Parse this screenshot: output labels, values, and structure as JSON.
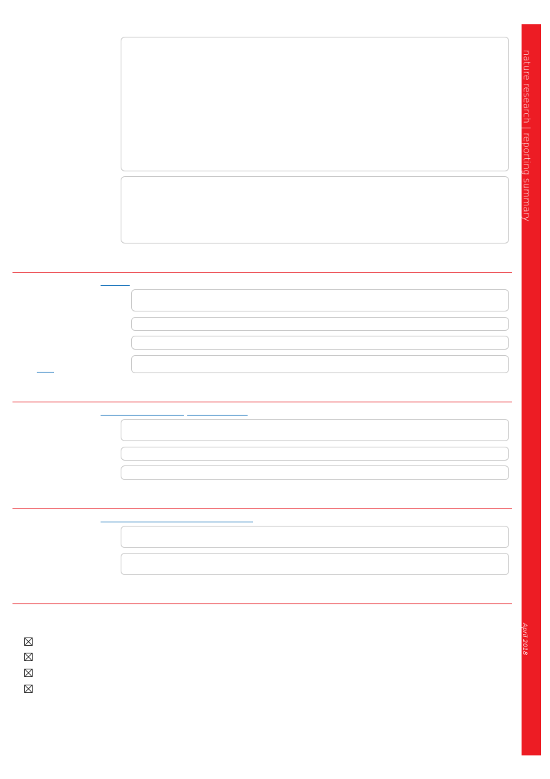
{
  "sidebar": {
    "title": "nature research  |  reporting summary",
    "date": "April 2018",
    "color": "#ed1c24"
  },
  "colors": {
    "rule": "#e8232a",
    "link": "#1b75bc",
    "field_border": "#c8c8c8"
  },
  "checkboxes": [
    {
      "state": "checked-x",
      "icon": "checkbox-x-icon"
    },
    {
      "state": "checked-x",
      "icon": "checkbox-x-icon"
    },
    {
      "state": "checked-x",
      "icon": "checkbox-x-icon"
    },
    {
      "state": "checked-x",
      "icon": "checkbox-x-icon"
    }
  ]
}
